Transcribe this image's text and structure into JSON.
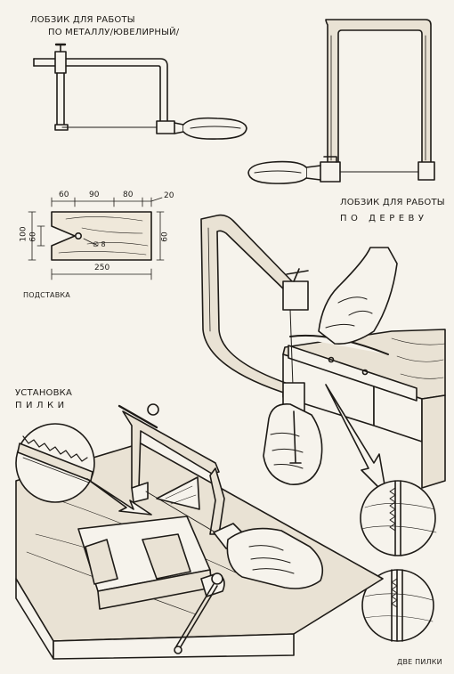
{
  "labels": {
    "metal_saw_line1": "ЛОБЗИК ДЛЯ РАБОТЫ",
    "metal_saw_line2": "ПО МЕТАЛЛУ/ЮВЕЛИРНЫЙ/",
    "wood_saw_line1": "ЛОБЗИК ДЛЯ РАБОТЫ",
    "wood_saw_line2": "ПО ДЕРЕВУ",
    "stand": "ПОДСТАВКА",
    "blade_install_line1": "УСТАНОВКА",
    "blade_install_line2": "ПИЛКИ",
    "two_blades": "ДВЕ ПИЛКИ"
  },
  "dimensions": {
    "top_60": "60",
    "top_90": "90",
    "top_80": "80",
    "top_20": "20",
    "left_100": "100",
    "left_60": "60",
    "right_60": "60",
    "hole": "∅ 8",
    "total_250": "250"
  },
  "colors": {
    "ink": "#1e1b17",
    "paper": "#f6f3ec",
    "wood": "#e9e2d4"
  }
}
